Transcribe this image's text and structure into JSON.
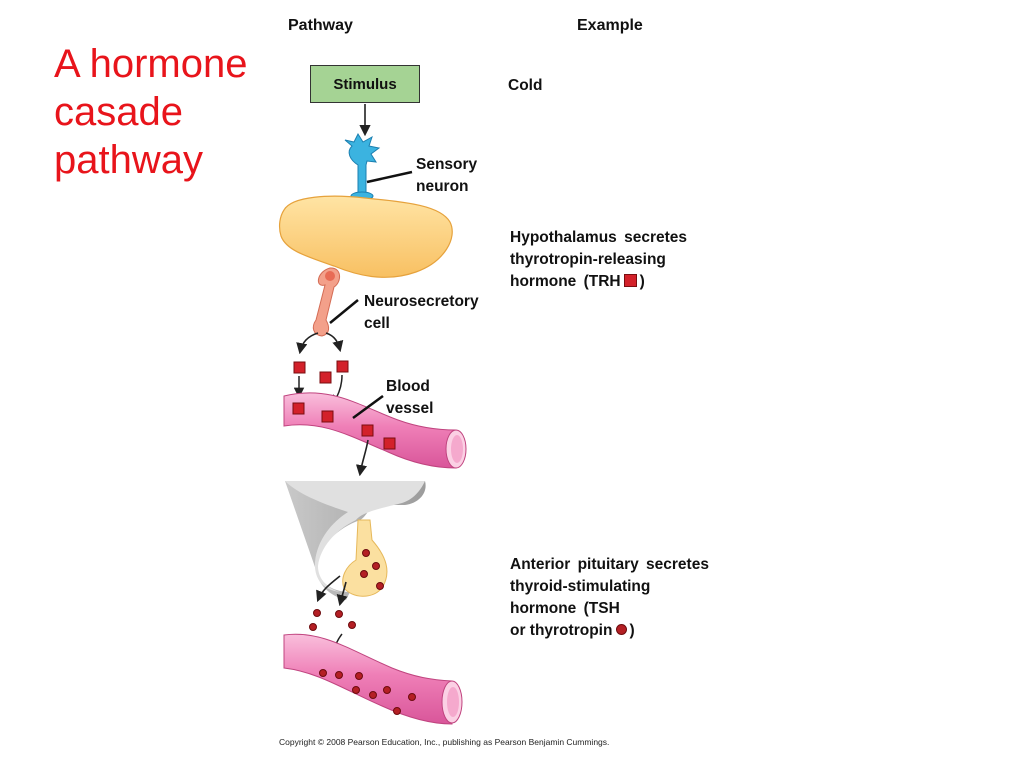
{
  "title": "A hormone casade pathway",
  "headers": {
    "pathway": "Pathway",
    "example": "Example"
  },
  "stimulus_label": "Stimulus",
  "pathway_labels": {
    "sensory_1": "Sensory",
    "sensory_2": "neuron",
    "neurosecretory_1": "Neurosecretory",
    "neurosecretory_2": "cell",
    "blood_1": "Blood",
    "blood_2": "vessel"
  },
  "examples": {
    "cold": "Cold",
    "hypo_1": "Hypothalamus secretes",
    "hypo_2": "thyrotropin-releasing",
    "hypo_3": "hormone (TRH",
    "hypo_close": ")",
    "pit_1": "Anterior pituitary secretes",
    "pit_2": "thyroid-stimulating",
    "pit_3": "hormone (TSH",
    "pit_4": "or thyrotropin",
    "pit_close": ")"
  },
  "colors": {
    "title": "#e8141b",
    "stimulus_box": "#a5d394",
    "hypothalamus": "#fcc96b",
    "neuron": "#3bb3e0",
    "vessel": "#f07fb8",
    "hormone_marker": "#d3212a"
  },
  "copyright": "Copyright © 2008 Pearson Education, Inc., publishing as Pearson Benjamin Cummings."
}
